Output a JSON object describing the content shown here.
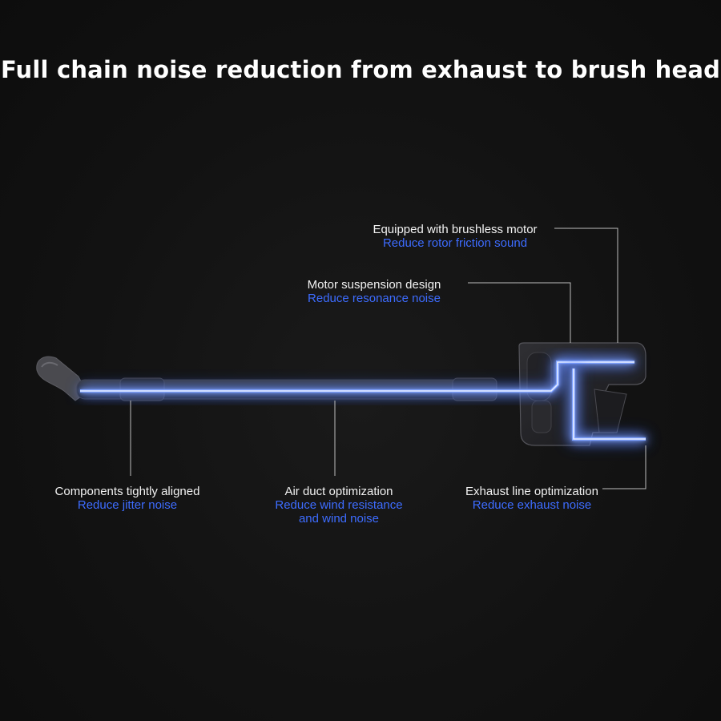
{
  "title": "Full chain noise reduction from exhaust to brush head",
  "colors": {
    "background": "#121212",
    "title": "#ffffff",
    "label_primary": "#f2f2f2",
    "label_secondary": "#3d6cff",
    "glow": "#4f7dff",
    "leader_line": "#bdbdbd"
  },
  "callouts": {
    "brushless_motor": {
      "primary": "Equipped with brushless motor",
      "secondary": "Reduce rotor friction sound"
    },
    "motor_suspension": {
      "primary": "Motor suspension design",
      "secondary": "Reduce resonance noise"
    },
    "components_aligned": {
      "primary": "Components tightly aligned",
      "secondary": "Reduce jitter noise"
    },
    "air_duct": {
      "primary": "Air duct optimization",
      "secondary_line1": "Reduce wind resistance",
      "secondary_line2": "and wind noise"
    },
    "exhaust_line": {
      "primary": "Exhaust line optimization",
      "secondary": "Reduce exhaust noise"
    }
  }
}
